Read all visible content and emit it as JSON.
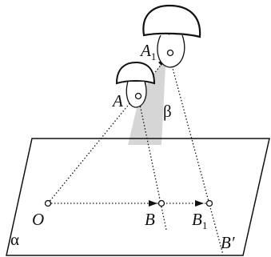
{
  "labels": {
    "A": "A",
    "A1_base": "A",
    "A1_sub": "1",
    "O": "O",
    "B": "B",
    "B1_base": "B",
    "B1_sub": "1",
    "B_prime": "B′",
    "beta": "β",
    "alpha": "α"
  },
  "colors": {
    "stroke": "#111111",
    "shade": "#d6d6d6",
    "background": "#ffffff"
  },
  "icons": {
    "mushroom_small": "mushroom-icon",
    "mushroom_large": "mushroom-icon"
  }
}
